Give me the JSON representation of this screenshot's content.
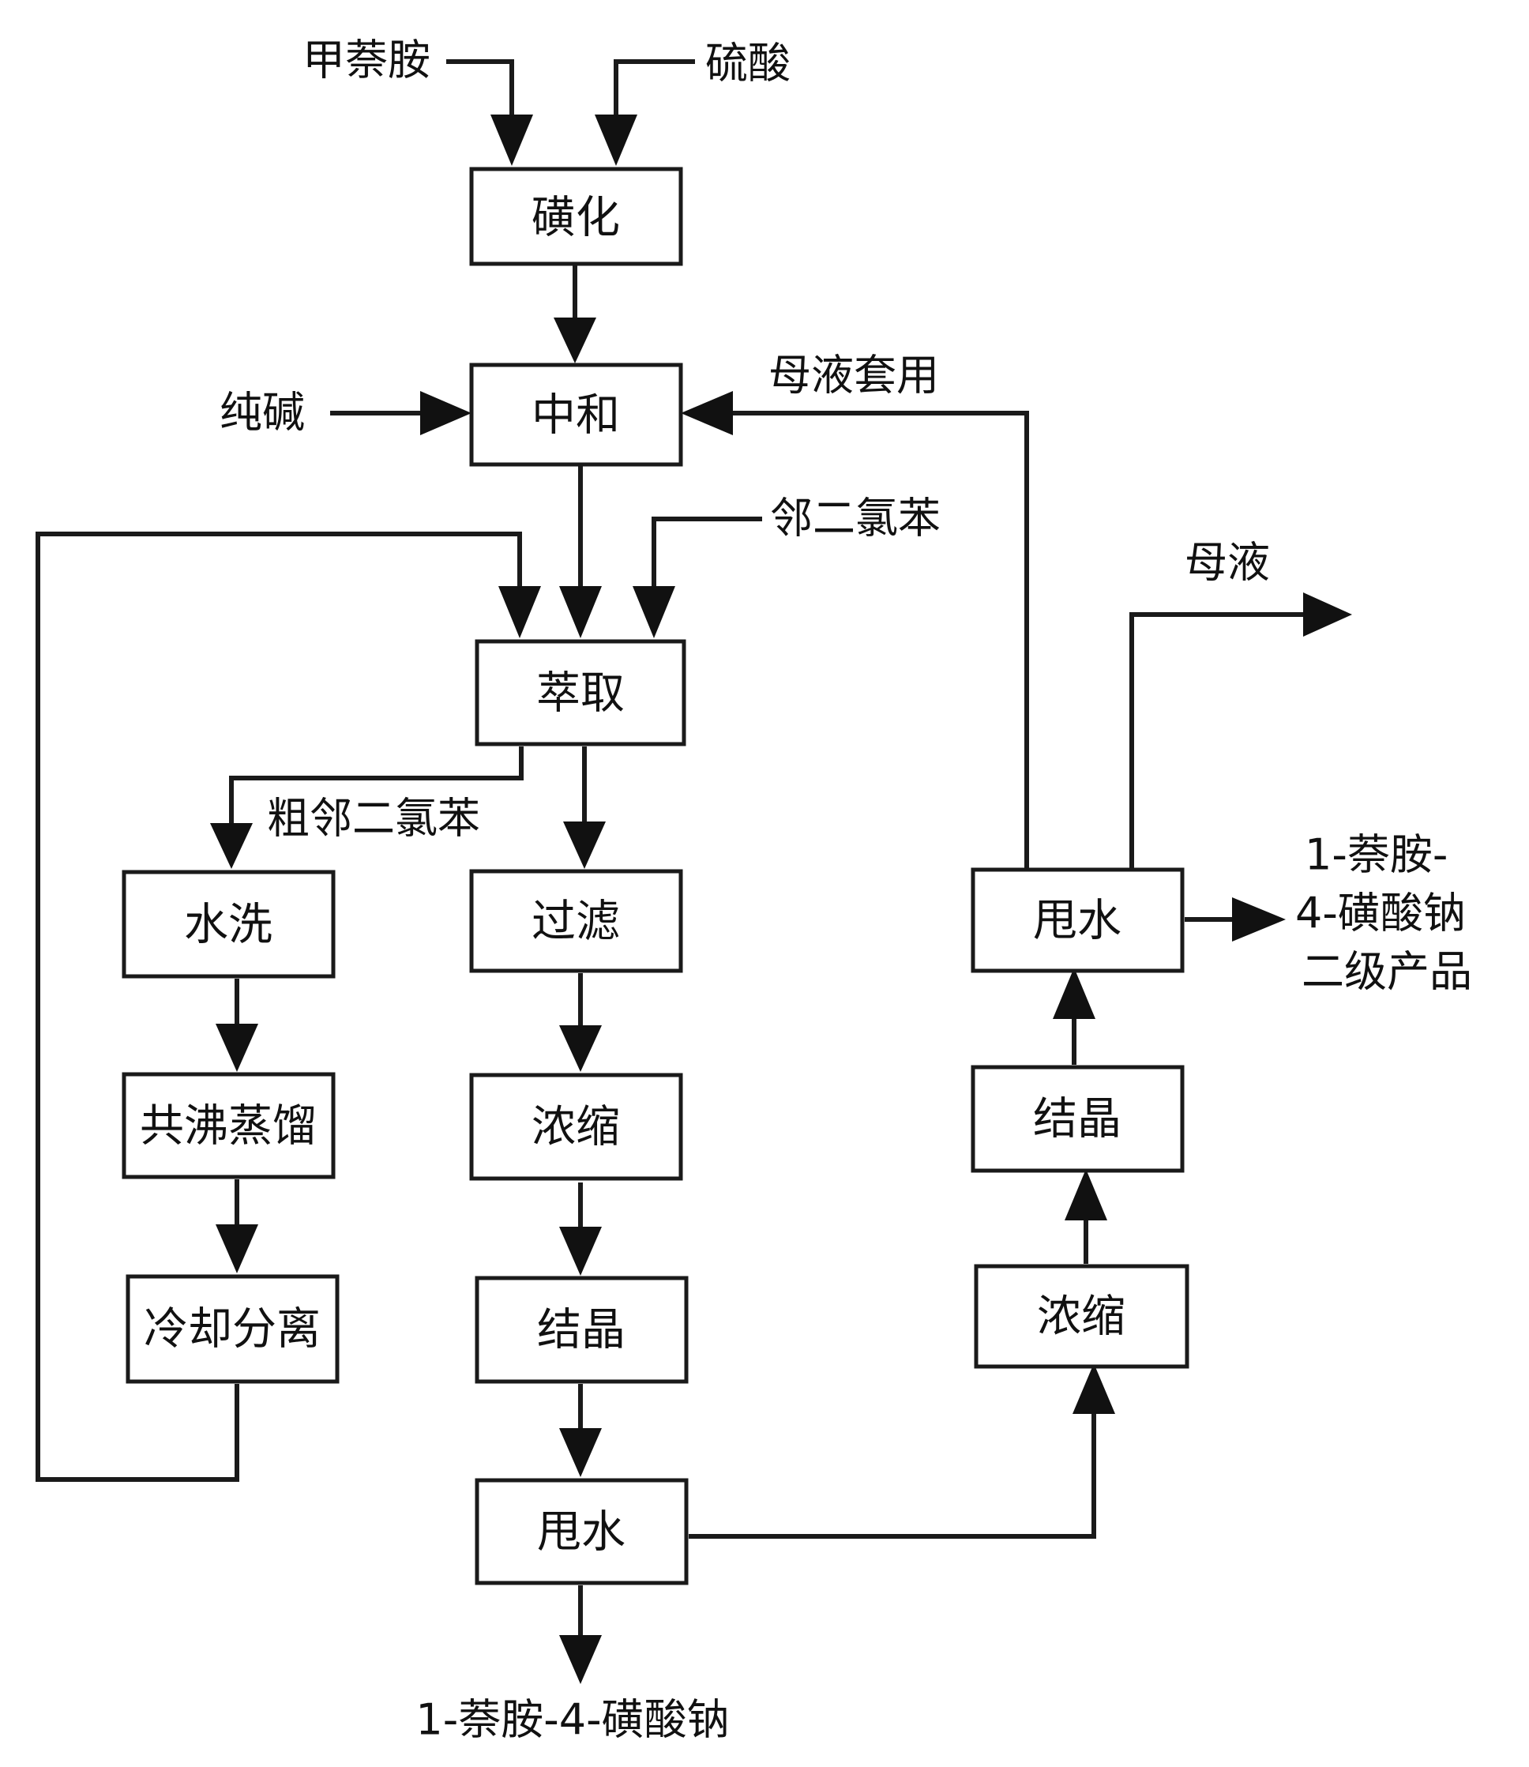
{
  "inputs": {
    "methylnaphthylamine": "甲萘胺",
    "sulfuric_acid": "硫酸",
    "soda_ash": "纯碱",
    "o_dichlorobenzene": "邻二氯苯",
    "mother_liquor_reuse": "母液套用",
    "mother_liquor_out": "母液"
  },
  "steps": {
    "sulfonation": "磺化",
    "neutralization": "中和",
    "extraction": "萃取",
    "filtration": "过滤",
    "concentration_main": "浓缩",
    "crystallization_main": "结晶",
    "dewatering_main": "甩水",
    "water_wash": "水洗",
    "azeotropic_distillation": "共沸蒸馏",
    "cooling_separation": "冷却分离",
    "concentration_side": "浓缩",
    "crystallization_side": "结晶",
    "dewatering_side": "甩水"
  },
  "labels": {
    "crude_o_dichlorobenzene": "粗邻二氯苯",
    "product_main": "1-萘胺-4-磺酸钠",
    "product_secondary_line1": "1-萘胺-",
    "product_secondary_line2": "4-磺酸钠",
    "product_secondary_line3": "二级产品"
  },
  "colors": {
    "stroke": "#1a1a1a",
    "background": "#ffffff"
  }
}
